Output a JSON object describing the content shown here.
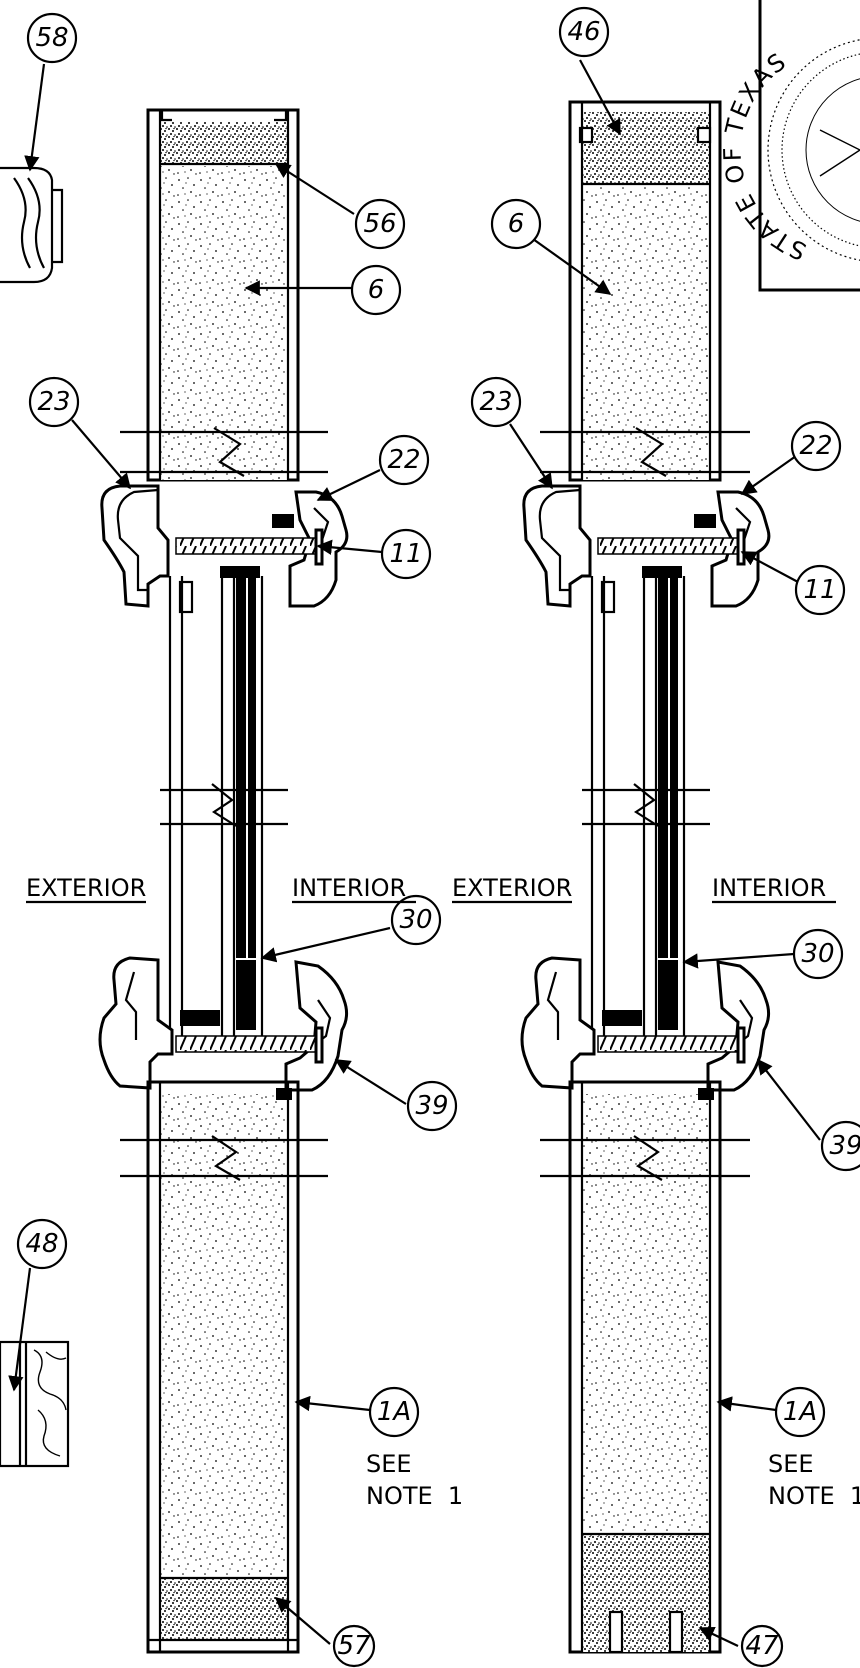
{
  "callouts": [
    {
      "id": "c58",
      "label": "58"
    },
    {
      "id": "c56",
      "label": "56"
    },
    {
      "id": "c6a",
      "label": "6"
    },
    {
      "id": "c23a",
      "label": "23"
    },
    {
      "id": "c22a",
      "label": "22"
    },
    {
      "id": "c11a",
      "label": "11"
    },
    {
      "id": "c30a",
      "label": "30"
    },
    {
      "id": "c39a",
      "label": "39"
    },
    {
      "id": "c48",
      "label": "48"
    },
    {
      "id": "c1Aa",
      "label": "1A"
    },
    {
      "id": "c57",
      "label": "57"
    },
    {
      "id": "c46",
      "label": "46"
    },
    {
      "id": "c6b",
      "label": "6"
    },
    {
      "id": "c23b",
      "label": "23"
    },
    {
      "id": "c22b",
      "label": "22"
    },
    {
      "id": "c11b",
      "label": "11"
    },
    {
      "id": "c30b",
      "label": "30"
    },
    {
      "id": "c39b",
      "label": "39"
    },
    {
      "id": "c1Ab",
      "label": "1A"
    },
    {
      "id": "c47",
      "label": "47"
    }
  ],
  "labels": {
    "exterior_left": "EXTERIOR",
    "interior_left": "INTERIOR",
    "exterior_right": "EXTERIOR",
    "interior_right": "INTERIOR",
    "note_left_line1": "SEE",
    "note_left_line2": "NOTE  1",
    "note_right_line1": "SEE",
    "note_right_line2": "NOTE  1"
  },
  "seal": {
    "text": "STATE OF TEXAS"
  }
}
